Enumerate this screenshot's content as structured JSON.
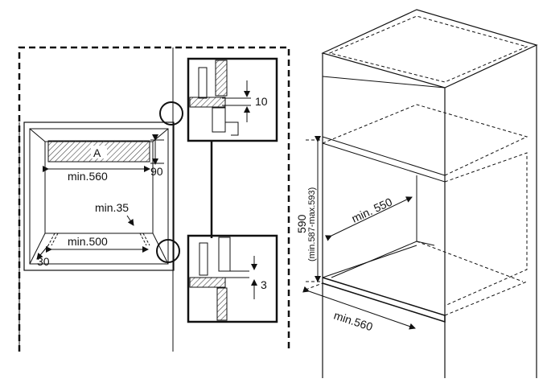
{
  "labels": {
    "area_a": "A",
    "min560_left": "min.560",
    "dim_90": "90",
    "min35": "min.35",
    "min500": "min.500",
    "dim_30": "30",
    "dim_10": "10",
    "dim_3": "3",
    "min550": "min. 550",
    "dim_590": "590",
    "dim_590_range": "(min.587-max.593)",
    "min560_right": "min.560"
  }
}
